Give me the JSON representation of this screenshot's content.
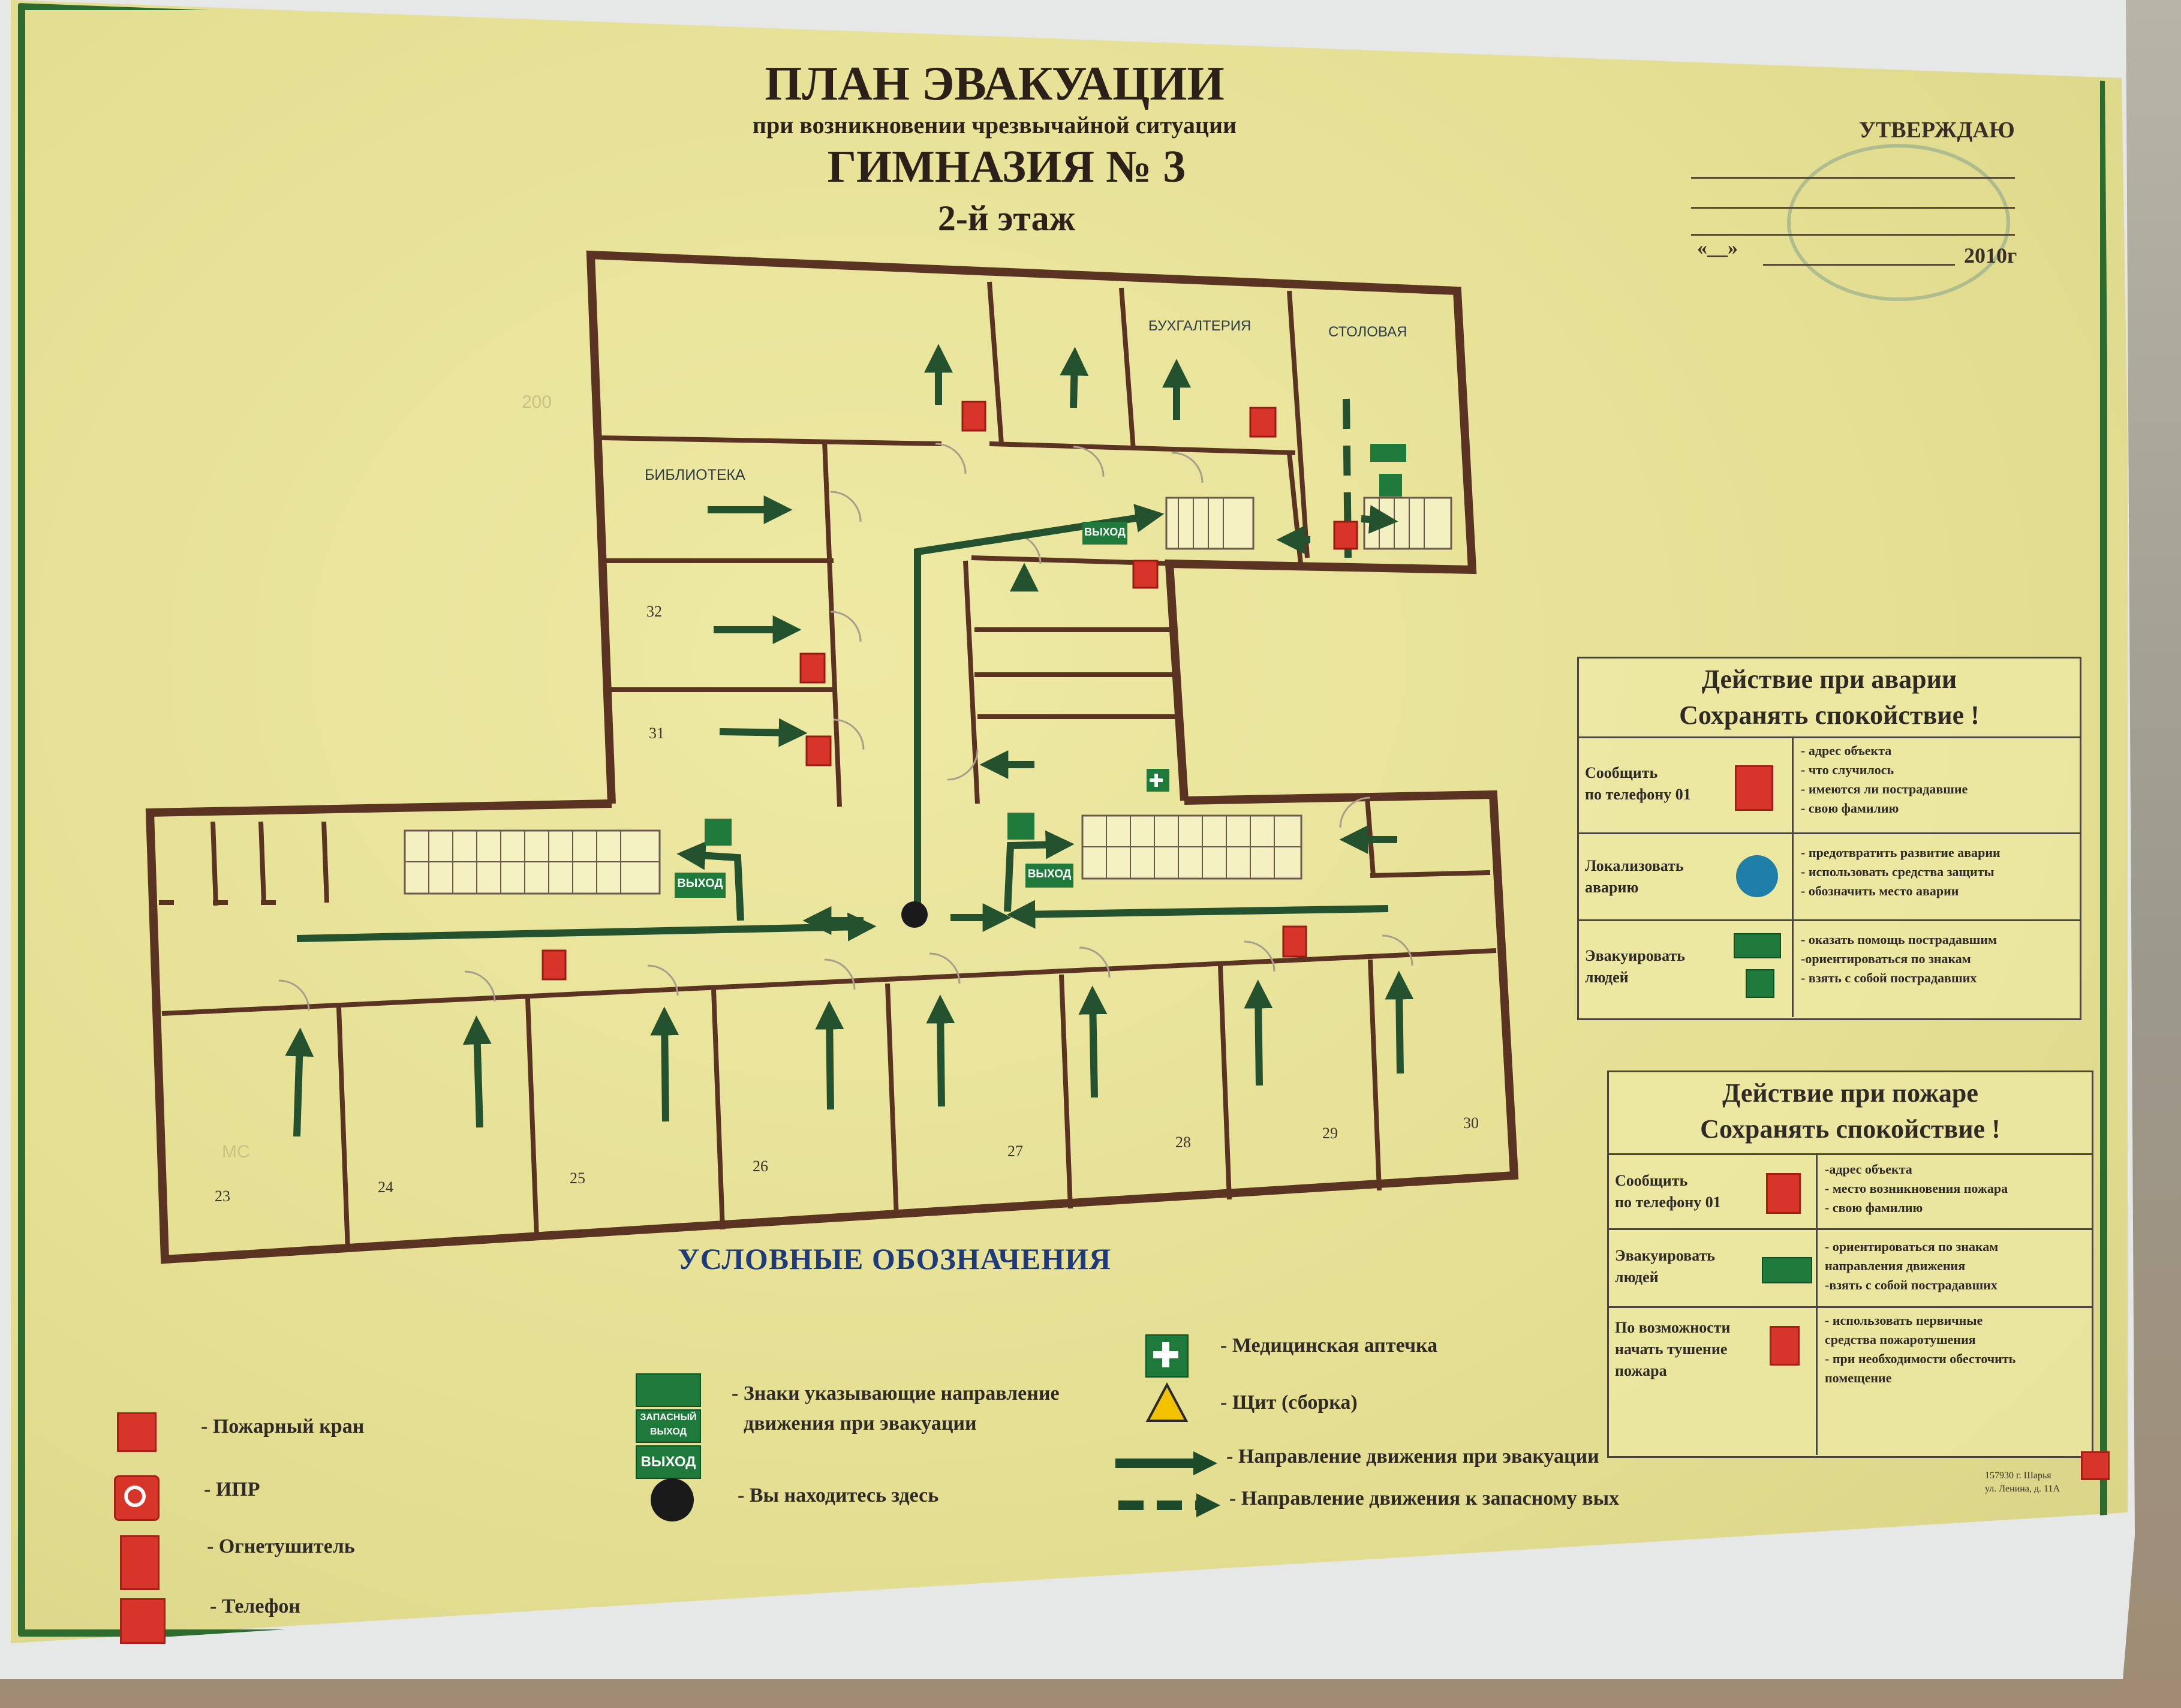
{
  "header": {
    "title": "ПЛАН ЭВАКУАЦИИ",
    "subtitle": "при возникновении чрезвычайной ситуации",
    "school": "ГИМНАЗИЯ № 3",
    "floor": "2-й этаж"
  },
  "approval": {
    "label": "УТВЕРЖДАЮ",
    "date_mark": "«__»",
    "year": "2010г"
  },
  "rooms": {
    "library": "БИБЛИОТЕКА",
    "accounting": "БУХГАЛТЕРИЯ",
    "canteen": "СТОЛОВАЯ",
    "numbers": [
      "23",
      "24",
      "25",
      "26",
      "27",
      "28",
      "29",
      "30",
      "31",
      "32"
    ]
  },
  "signs": {
    "exit": "ВЫХОД",
    "spare_exit_top": "ЗАПАСНЫЙ",
    "spare_exit_bottom": "ВЫХОД"
  },
  "legend": {
    "title": "УСЛОВНЫЕ ОБОЗНАЧЕНИЯ",
    "items": {
      "hydrant": "- Пожарный кран",
      "ipr": "- ИПР",
      "extinguisher": "- Огнетушитель",
      "phone": "- Телефон",
      "signs_line1": "- Знаки указывающие направление",
      "signs_line2": "движения при эвакуации",
      "you_are_here": "- Вы находитесь здесь",
      "first_aid": "- Медицинская аптечка",
      "panel": "- Щит (сборка)",
      "evac_direction": "- Направление движения при  эвакуации",
      "spare_direction": "- Направление движения к запасному вых"
    }
  },
  "accident_panel": {
    "title1": "Действие при аварии",
    "title2": "Сохранять спокойствие !",
    "rows": [
      {
        "action": [
          "Сообщить",
          "по телефону 01"
        ],
        "details": [
          "- адрес объекта",
          "- что случилось",
          "- имеются ли пострадавшие",
          "- свою фамилию"
        ]
      },
      {
        "action": [
          "Локализовать",
          "аварию"
        ],
        "details": [
          "- предотвратить развитие аварии",
          "- использовать средства защиты",
          "- обозначить место аварии"
        ]
      },
      {
        "action": [
          "Эвакуировать",
          "людей"
        ],
        "details": [
          "- оказать помощь пострадавшим",
          "-ориентироваться по знакам",
          "- взять с собой пострадавших"
        ]
      }
    ]
  },
  "fire_panel": {
    "title1": "Действие при пожаре",
    "title2": "Сохранять спокойствие !",
    "rows": [
      {
        "action": [
          "Сообщить",
          "по телефону 01"
        ],
        "details": [
          "-адрес объекта",
          "- место возникновения пожара",
          "- свою фамилию"
        ]
      },
      {
        "action": [
          "Эвакуировать",
          "людей"
        ],
        "details": [
          "- ориентироваться по знакам",
          "направления движения",
          "-взять с собой пострадавших"
        ]
      },
      {
        "action": [
          "По возможности",
          "начать тушение",
          "пожара"
        ],
        "details": [
          "- использовать первичные",
          "средства пожаротушения",
          "- при необходимости  обесточить",
          "помещение"
        ]
      }
    ]
  },
  "address": [
    "157930 г. Шарья",
    "ул. Ленина, д. 11А"
  ],
  "colors": {
    "plan_bg": "#e8e29a",
    "wall": "#5b3322",
    "arrow": "#24522f",
    "sign_green": "#1e7a3a",
    "sign_red": "#d8352a",
    "frame_green": "#2d6b2f",
    "legend_title": "#1f3a7a"
  }
}
